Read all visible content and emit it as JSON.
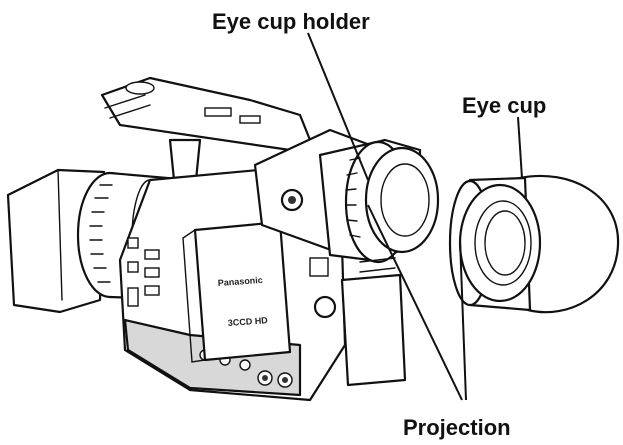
{
  "labels": {
    "eye_cup_holder": "Eye cup holder",
    "eye_cup": "Eye cup",
    "projection": "Projection",
    "brand": "Panasonic",
    "model_mark": "3CCD HD"
  }
}
